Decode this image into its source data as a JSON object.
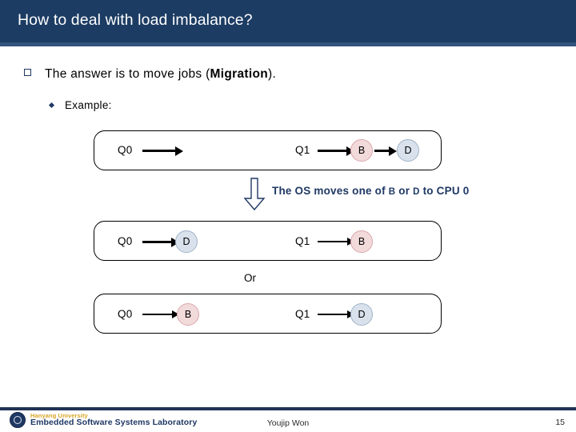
{
  "slide": {
    "title": "How to deal with load imbalance?",
    "title_bg": "#1c3c63",
    "accent_bar": "#33537f"
  },
  "bullets": {
    "level1": {
      "prefix": "The answer is to move jobs (",
      "emphasis": "Migration",
      "suffix": ").",
      "marker": "square-bullet"
    },
    "level2": {
      "text": "Example:",
      "marker": "diamond-bullet"
    }
  },
  "diagram": {
    "boxes": [
      {
        "id": "box-1",
        "queues": [
          {
            "label": "Q0",
            "jobs": []
          },
          {
            "label": "Q1",
            "jobs": [
              {
                "name": "B",
                "color": "#f2dadb"
              },
              {
                "name": "D",
                "color": "#d9e2ec"
              }
            ]
          }
        ]
      },
      {
        "id": "box-2",
        "queues": [
          {
            "label": "Q0",
            "jobs": [
              {
                "name": "D",
                "color": "#d9e2ec"
              }
            ]
          },
          {
            "label": "Q1",
            "jobs": [
              {
                "name": "B",
                "color": "#f2dadb"
              }
            ]
          }
        ]
      },
      {
        "id": "box-3",
        "queues": [
          {
            "label": "Q0",
            "jobs": [
              {
                "name": "B",
                "color": "#f2dadb"
              }
            ]
          },
          {
            "label": "Q1",
            "jobs": [
              {
                "name": "D",
                "color": "#d9e2ec"
              }
            ]
          }
        ]
      }
    ],
    "transition_note_part1": "The OS moves one of ",
    "transition_note_b": "B",
    "transition_note_mid": " or ",
    "transition_note_d": "D",
    "transition_note_part2": " to CPU 0",
    "or_label": "Or",
    "note_color": "#1f3864"
  },
  "footer": {
    "university": "Hanyang University",
    "lab": "Embedded Software Systems Laboratory",
    "author": "Youjip Won",
    "page_number": "15"
  }
}
